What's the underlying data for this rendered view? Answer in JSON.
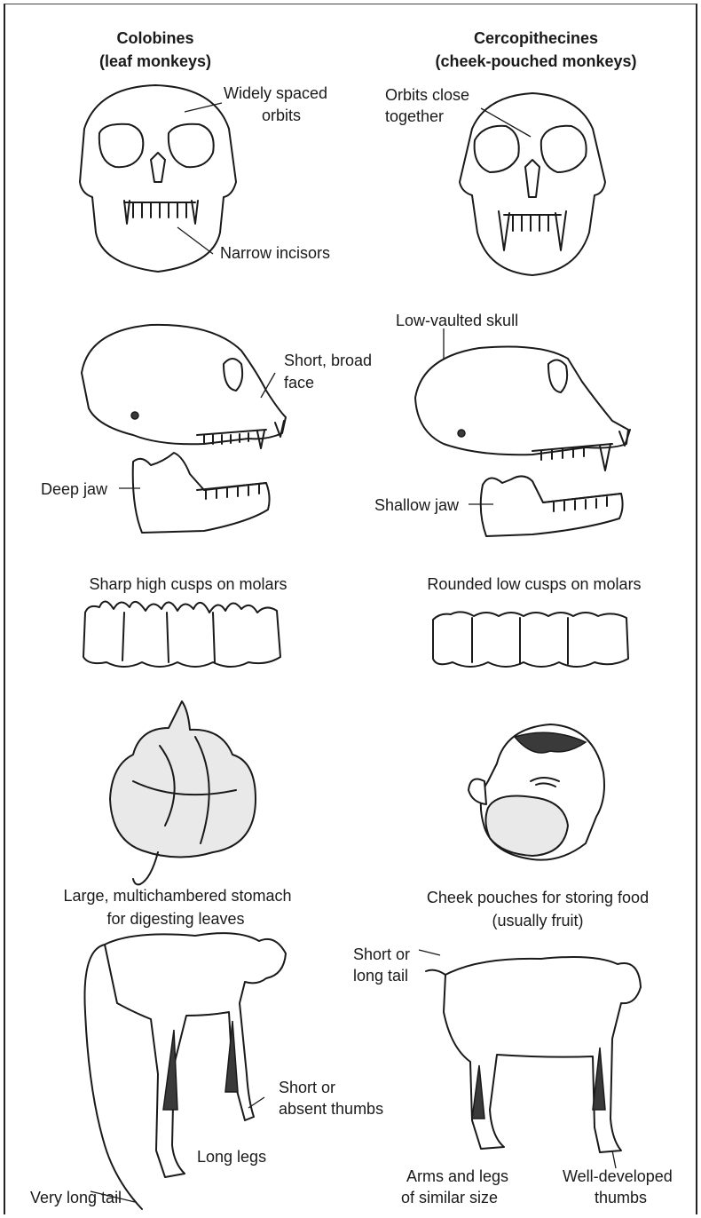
{
  "columns": {
    "left": {
      "title": "Colobines",
      "subtitle": "(leaf monkeys)"
    },
    "right": {
      "title": "Cercopithecines",
      "subtitle": "(cheek-pouched monkeys)"
    }
  },
  "labels": {
    "widely_spaced_1": "Widely spaced",
    "widely_spaced_2": "orbits",
    "orbits_close_1": "Orbits close",
    "orbits_close_2": "together",
    "narrow_incisors": "Narrow incisors",
    "short_broad_1": "Short, broad",
    "short_broad_2": "face",
    "low_vaulted": "Low-vaulted skull",
    "deep_jaw": "Deep jaw",
    "shallow_jaw": "Shallow jaw",
    "sharp_cusps": "Sharp high cusps on molars",
    "rounded_cusps": "Rounded low cusps on molars",
    "stomach_1": "Large, multichambered stomach",
    "stomach_2": "for digesting leaves",
    "pouch_1": "Cheek pouches for storing food",
    "pouch_2": "(usually fruit)",
    "short_tail_1": "Short or",
    "short_tail_2": "long tail",
    "short_thumbs_1": "Short or",
    "short_thumbs_2": "absent thumbs",
    "long_legs": "Long legs",
    "very_long_tail": "Very long tail",
    "arms_legs_1": "Arms and legs",
    "arms_legs_2": "of similar size",
    "thumbs_1": "Well-developed",
    "thumbs_2": "thumbs"
  }
}
